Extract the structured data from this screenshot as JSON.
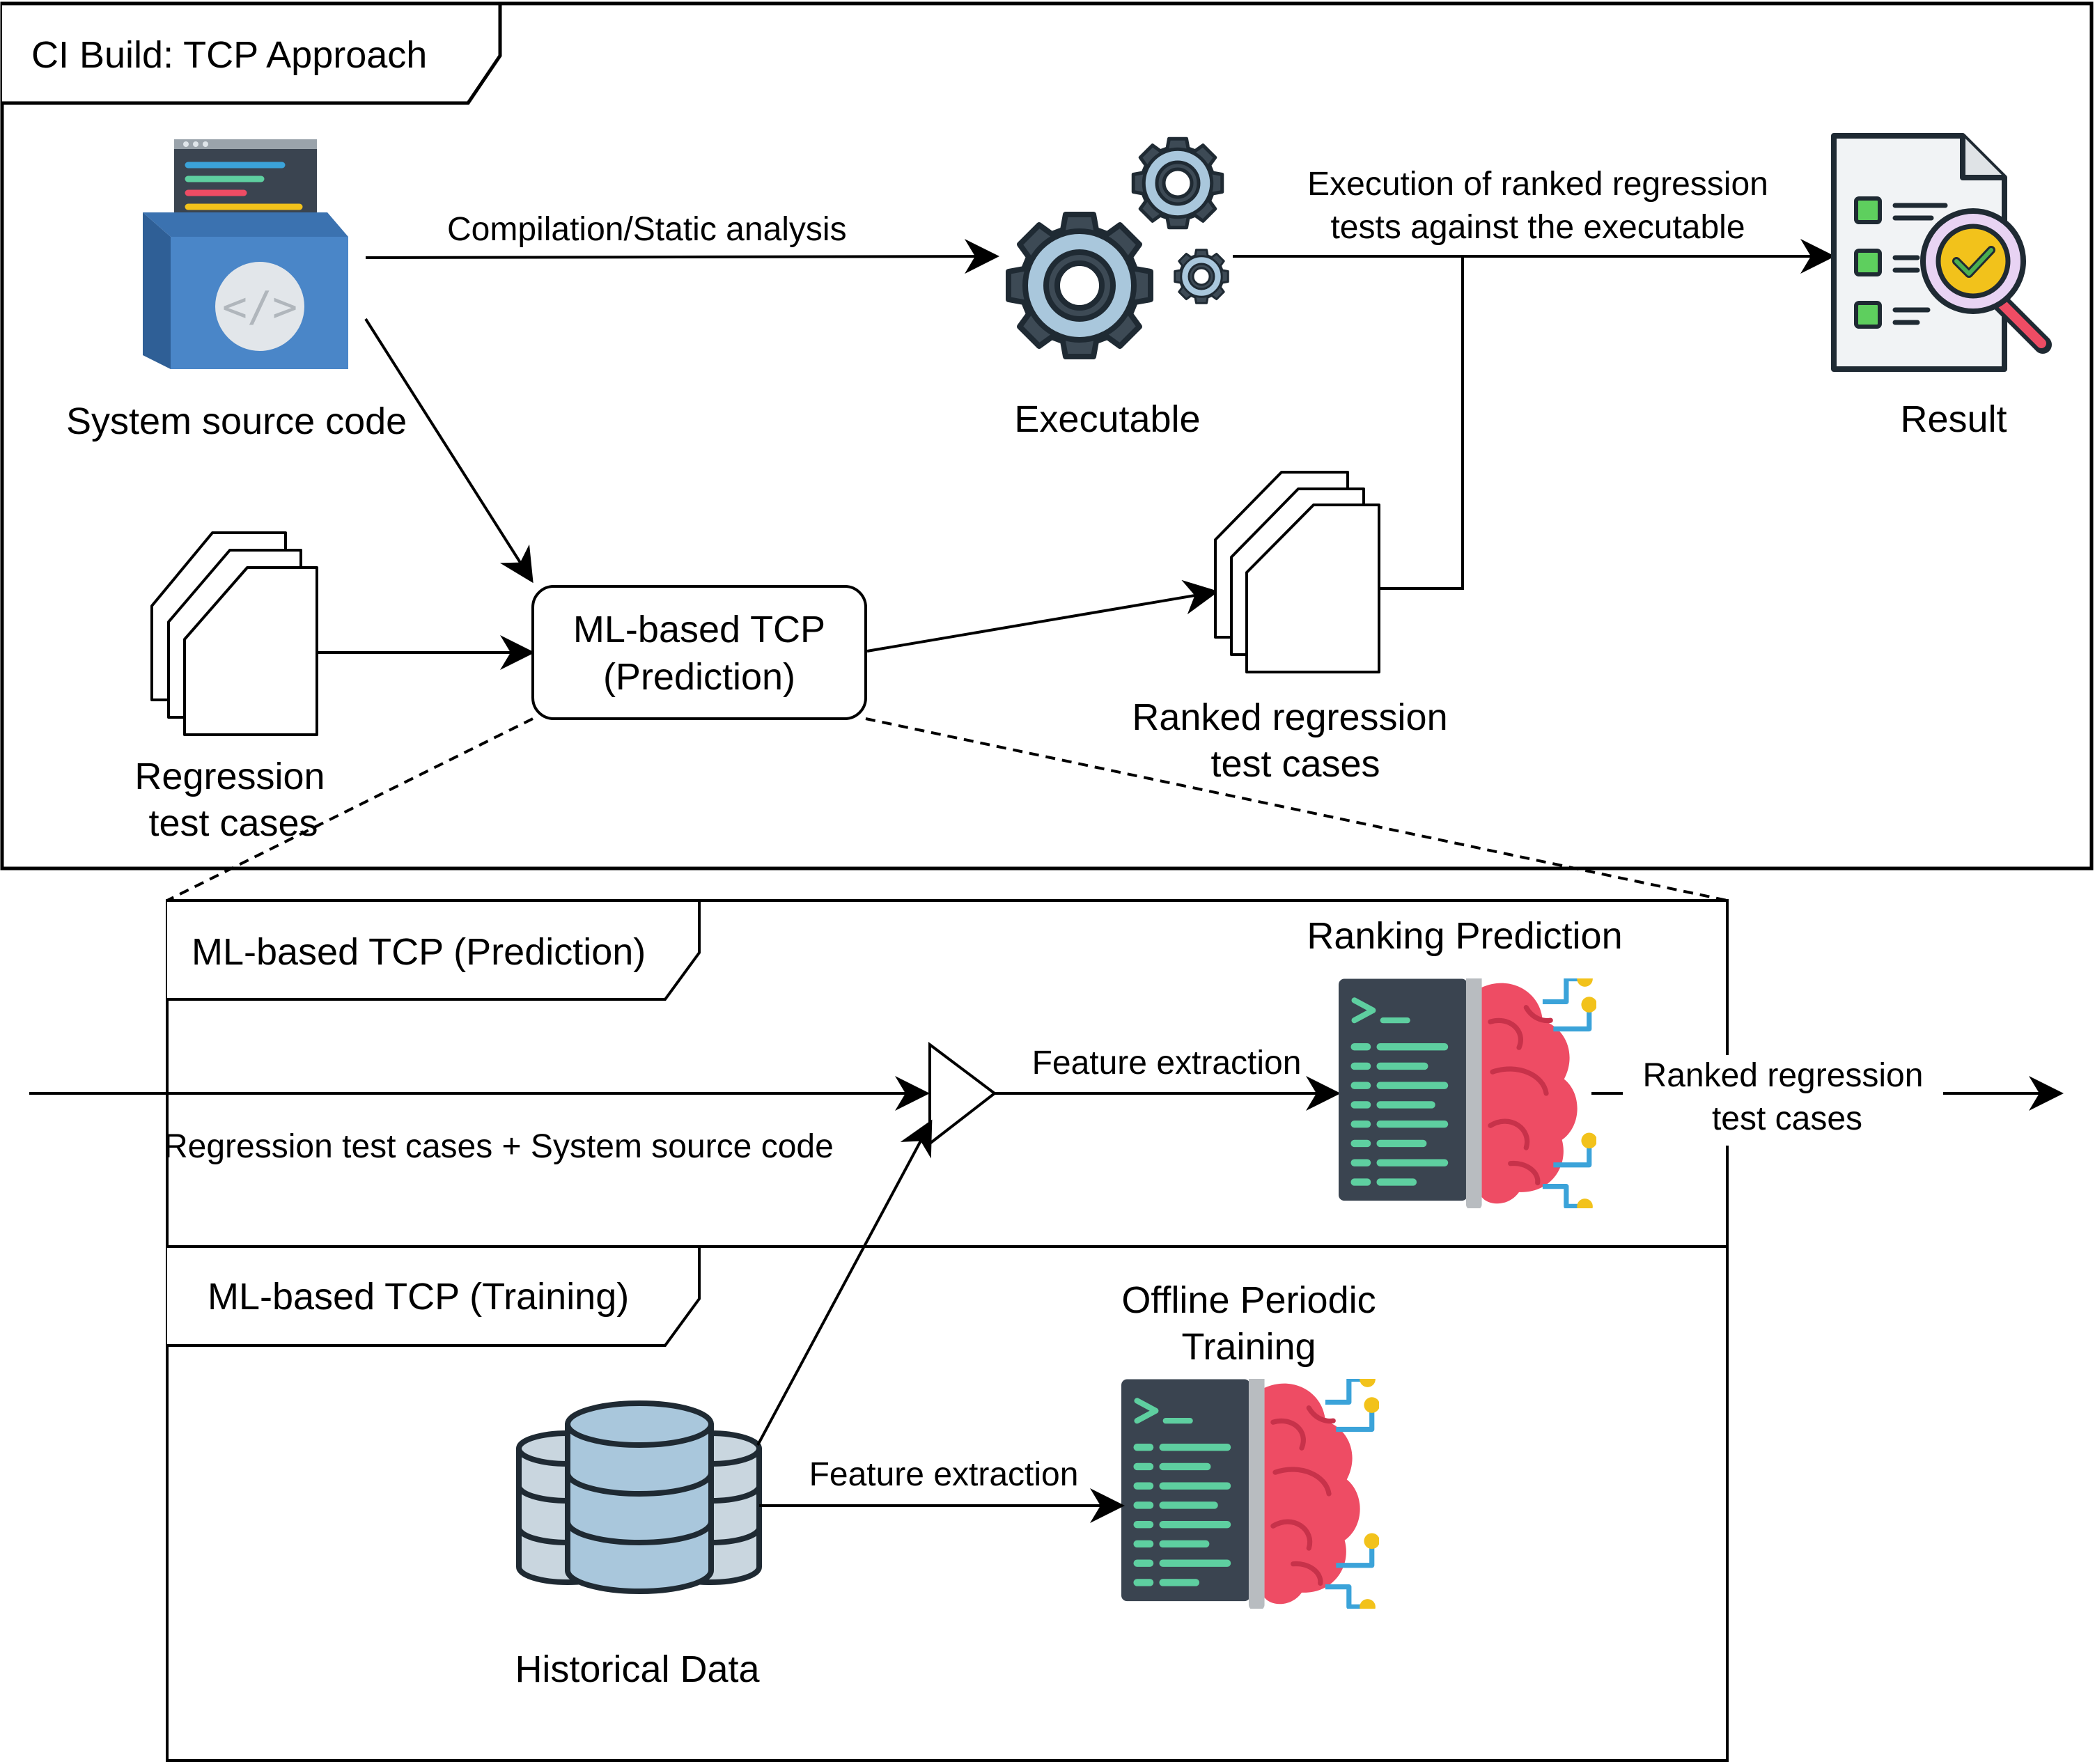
{
  "ci_build": {
    "title": "CI Build: TCP Approach",
    "source_code_label": "System source code",
    "compile_label": "Compilation/Static analysis",
    "executable_label": "Executable",
    "execution_label_line1": "Execution of ranked regression",
    "execution_label_line2": "tests against the executable",
    "result_label": "Result",
    "regression_label_line1": "Regression",
    "regression_label_line2": "test cases",
    "tcp_box_line1": "ML-based TCP",
    "tcp_box_line2": "(Prediction)",
    "ranked_label_line1": "Ranked regression",
    "ranked_label_line2": "test cases"
  },
  "prediction": {
    "title": "ML-based TCP (Prediction)",
    "ranking_label": "Ranking Prediction",
    "feature_label": "Feature extraction",
    "input_label": "Regression test cases + System source code",
    "output_label_line1": "Ranked regression",
    "output_label_line2": "test cases"
  },
  "training": {
    "title": "ML-based TCP (Training)",
    "offline_label_line1": "Offline Periodic",
    "offline_label_line2": "Training",
    "feature_label": "Feature extraction",
    "historical_label": "Historical Data"
  },
  "icons": {
    "source": "code-folder-icon",
    "gears": "gears-icon",
    "result": "checklist-magnifier-icon",
    "docs": "document-stack-icon",
    "ai_brain": "terminal-brain-icon",
    "database": "database-icon"
  },
  "colors": {
    "folder_blue": "#4a86c8",
    "gear_fill": "#a9c7dc",
    "brain_red": "#ee4c64",
    "terminal_dark": "#3a4450",
    "code_green": "#5ecfa0",
    "node_yellow": "#f2c21b",
    "wire_blue": "#3ba3d9",
    "check_green": "#4caf50"
  }
}
